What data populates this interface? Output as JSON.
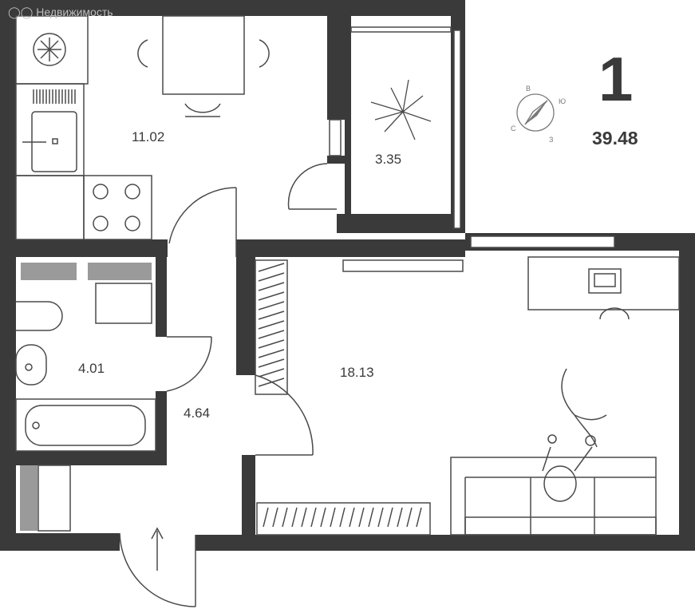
{
  "watermark": {
    "text": "Недвижимость",
    "icon": "yandex-circles-icon"
  },
  "summary": {
    "rooms": "1",
    "total_area": "39.48"
  },
  "rooms": {
    "kitchen_area": "11.02",
    "balcony_area": "3.35",
    "bathroom_area": "4.01",
    "hallway_area": "4.64",
    "living_room_area": "18.13"
  },
  "compass": {
    "north": "В",
    "east": "Ю",
    "west": "С",
    "south": "З"
  },
  "colors": {
    "wall": "#3a3a3a",
    "furniture_stroke": "#4a4a4a",
    "fixture_fill": "#9a9a9a",
    "background": "#ffffff"
  }
}
